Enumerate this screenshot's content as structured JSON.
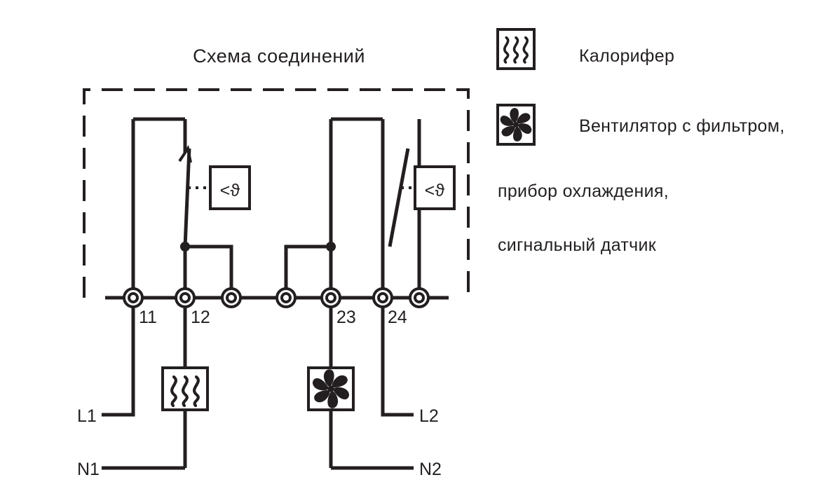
{
  "title": "Схема соединений",
  "legend": {
    "items": [
      {
        "icon": "heater-icon",
        "label": "Калорифер"
      },
      {
        "icon": "fan-filter-icon",
        "label": "Вентилятор с фильтром,"
      }
    ],
    "continuation": [
      "прибор охлаждения,",
      "сигнальный датчик"
    ]
  },
  "circuit": {
    "thermostat_symbol": "<ϑ",
    "terminals": [
      {
        "id": "t11",
        "label": "11"
      },
      {
        "id": "t12",
        "label": "12"
      },
      {
        "id": "t-blank-1",
        "label": ""
      },
      {
        "id": "t-blank-2",
        "label": ""
      },
      {
        "id": "t23",
        "label": "23"
      },
      {
        "id": "t24",
        "label": "24"
      }
    ],
    "rails": [
      {
        "id": "L1",
        "label": "L1"
      },
      {
        "id": "N1",
        "label": "N1"
      },
      {
        "id": "L2",
        "label": "L2"
      },
      {
        "id": "N2",
        "label": "N2"
      }
    ],
    "devices": [
      {
        "id": "heater",
        "icon": "heater-icon"
      },
      {
        "id": "fan",
        "icon": "fan-filter-icon"
      }
    ]
  },
  "colors": {
    "ink": "#231f20",
    "background": "#ffffff"
  }
}
